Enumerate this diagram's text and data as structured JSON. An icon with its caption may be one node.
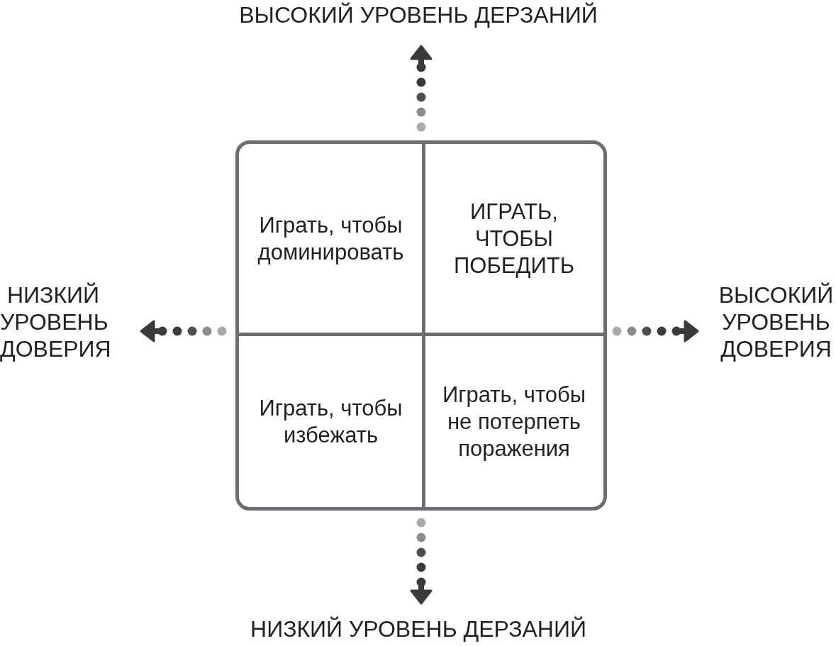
{
  "diagram": {
    "nodes": [
      {
        "text": [],
        "shape": "box"
      },
      {
        "text": [
          "Играть, чтобы доминировать"
        ],
        "in": 0
      },
      {
        "text": [
          "ИГРАТЬ, ЧТОБЫ ПОБЕДИТЬ"
        ],
        "in": 0
      },
      {
        "text": [
          "Играть, чтобы избежать"
        ],
        "in": 0
      },
      {
        "text": [
          "Играть, чтобы не потерпеть поражения"
        ],
        "in": 0
      }
    ],
    "edges": [],
    "labels": [
      "ВЫСОКИЙ УРОВЕНЬ ДЕРЗАНИЙ",
      "НИЗКИЙ УРОВЕНЬ ДОВЕРИЯ",
      "ВЫСОКИЙ УРОВЕНЬ ДОВЕРИЯ",
      "НИЗКИЙ УРОВЕНЬ ДЕРЗАНИЙ"
    ]
  }
}
